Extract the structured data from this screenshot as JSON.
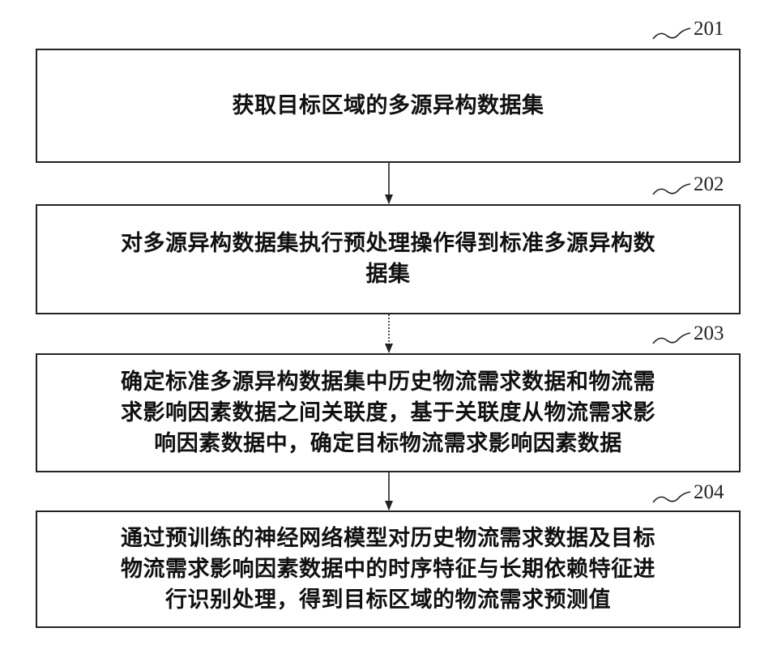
{
  "steps": [
    {
      "id": "201",
      "text": "获取目标区域的多源异构数据集"
    },
    {
      "id": "202",
      "text": "对多源异构数据集执行预处理操作得到标准多源异构数\n据集"
    },
    {
      "id": "203",
      "text": "确定标准多源异构数据集中历史物流需求数据和物流需\n求影响因素数据之间关联度，基于关联度从物流需求影\n响因素数据中，确定目标物流需求影响因素数据"
    },
    {
      "id": "204",
      "text": "通过预训练的神经网络模型对历史物流需求数据及目标\n物流需求影响因素数据中的时序特征与长期依赖特征进\n行识别处理，得到目标区域的物流需求预测值"
    }
  ]
}
